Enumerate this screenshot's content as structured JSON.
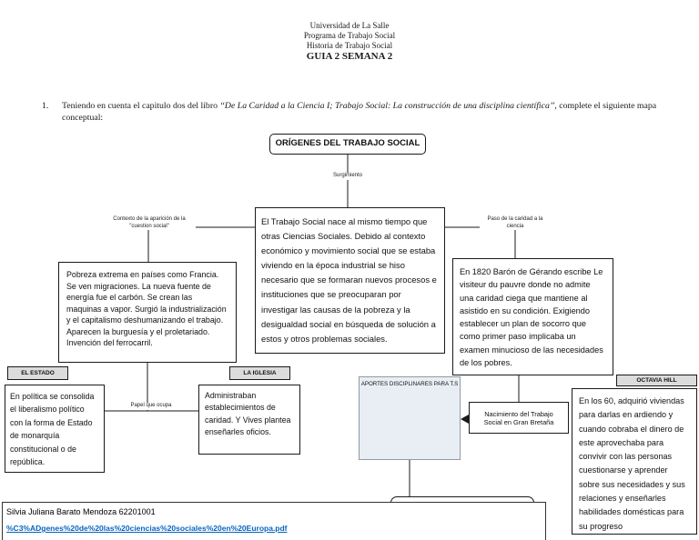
{
  "header": {
    "university": "Universidad de La Salle",
    "program": "Programa de Trabajo Social",
    "course": "Historia de Trabajo Social",
    "guide": "GUIA 2 SEMANA 2"
  },
  "instruction": {
    "number": "1.",
    "before": "Teniendo en cuenta el capitulo dos del libro ",
    "book": "‘‘De La Caridad a la Ciencia I; Trabajo Social: La construcción de una disciplina científica’’",
    "after": ", complete el siguiente mapa conceptual:"
  },
  "map": {
    "root": "ORÍGENES DEL TRABAJO SOCIAL",
    "labels": {
      "surgimiento": "Surgimiento",
      "contexto": "Contexto de la aparición de la \"cuestion social\"",
      "paso": "Paso de la caridad a la ciencia",
      "papel": "Papel que ocupa"
    },
    "center": "El Trabajo Social nace al mismo tiempo que otras Ciencias Sociales. Debido al contexto económico y movimiento social que se estaba viviendo en la época industrial se hiso necesario que se formaran nuevos procesos e instituciones que se preocuparan por investigar las causas de la pobreza y la desigualdad social en búsqueda de solución a estos y otros problemas sociales.",
    "left": "Pobreza extrema en países como Francia.  Se ven migraciones. La nueva fuente de energía fue el carbón. Se crean las maquinas a vapor. Surgió la industrialización y el capitalismo deshumanizando el trabajo. Aparecen la burguesía y el proletariado. Invención del ferrocarril.",
    "right": "En 1820 Barón de Gérando escribe Le visiteur du pauvre donde no admite una caridad ciega que mantiene al asistido en su condición. Exigiendo establecer un plan de socorro que como primer paso implicaba un examen minucioso de las necesidades de los pobres.",
    "estado_title": "EL ESTADO",
    "estado": "En política se consolida el liberalismo político con la forma de Estado de monarquía constitucional o de república.",
    "iglesia_title": "LA IGLESIA",
    "iglesia": "Administraban establecimientos de caridad. Y Vives plantea enseñarles oficios.",
    "aportes_title": "APORTES DISCIPLINARES PARA T.S",
    "nacimiento": "Nacimiento del Trabajo Social en Gran Bretaña",
    "octavia_title": "OCTAVIA HILL",
    "octavia": "En los 60, adquirió viviendas para darlas en ardiendo y cuando cobraba el dinero de este aprovechaba para convivir con las personas cuestionarse y aprender sobre sus necesidades y sus relaciones y enseñarles habilidades domésticas para su progreso"
  },
  "footer": {
    "author": "Silvia Juliana Barato Mendoza 62201001",
    "link": "%C3%ADgenes%20de%20las%20ciencias%20sociales%20en%20Europa.pdf"
  },
  "colors": {
    "link": "#0563c1",
    "title_tab_fill": "#dcdcdc",
    "aportes_fill": "#e9eef4",
    "line": "#1a1a1a"
  }
}
